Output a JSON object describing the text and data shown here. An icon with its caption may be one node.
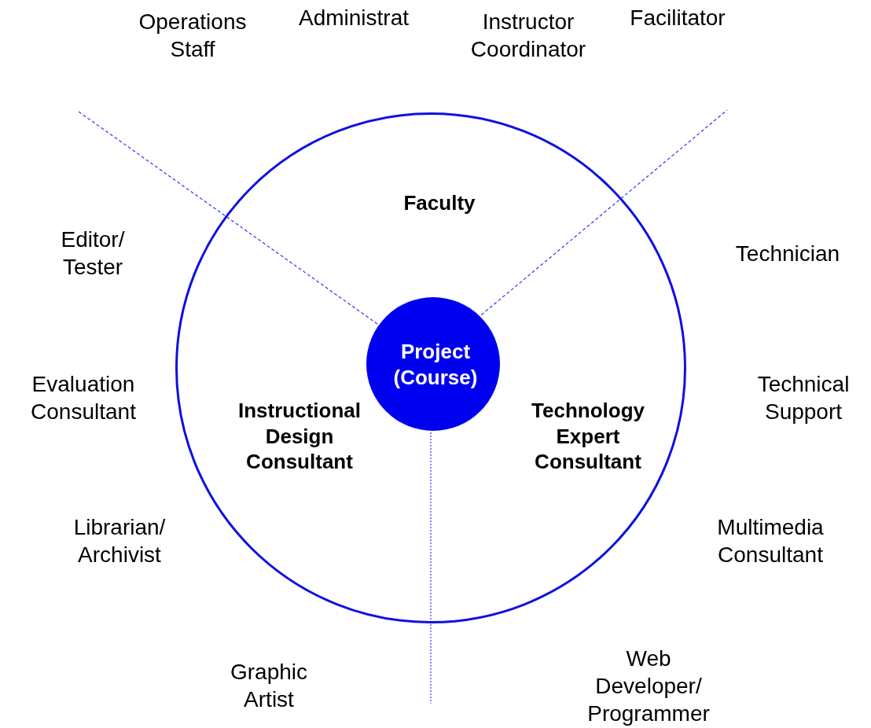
{
  "diagram": {
    "nodes": [
      {
        "text": [
          "Faculty",
          "Instructional Design Consultant",
          "Technology Expert Consultant"
        ]
      },
      {
        "text": [
          "Project (Course)"
        ],
        "in": 0
      }
    ],
    "labels": [
      "Operations Staff",
      "Administrat",
      "Instructor Coordinator",
      "Facilitator",
      "Editor/ Tester",
      "Technician",
      "Evaluation Consultant",
      "Technical Support",
      "Librarian/ Archivist",
      "Multimedia Consultant",
      "Graphic Artist",
      "Web Developer/ Programmer"
    ]
  }
}
